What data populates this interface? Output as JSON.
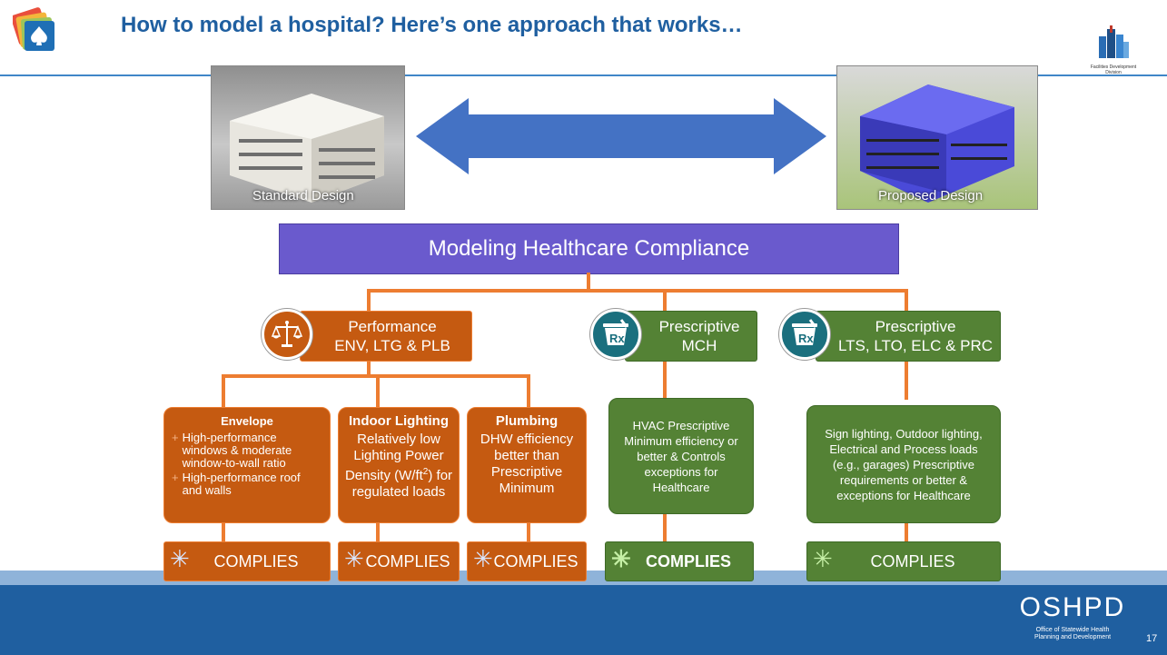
{
  "title": "How to model a hospital? Here’s one approach that works…",
  "images": {
    "standard_label": "Standard Design",
    "proposed_label": "Proposed Design"
  },
  "logo_right_text": "Facilities Development Division",
  "modeling_box": "Modeling Healthcare Compliance",
  "categories": {
    "performance": {
      "line1": "Performance",
      "line2": "ENV, LTG & PLB"
    },
    "mch": {
      "line1": "Prescriptive",
      "line2": "MCH"
    },
    "lts": {
      "line1": "Prescriptive",
      "line2": "LTS, LTO, ELC & PRC"
    }
  },
  "details": {
    "envelope": {
      "heading": "Envelope",
      "bullets": [
        "High-performance windows & moderate window-to-wall ratio",
        "High-performance roof and walls"
      ]
    },
    "lighting": {
      "heading": "Indoor Lighting",
      "text_pre": "Relatively low Lighting Power Density (W/ft",
      "sup": "2",
      "text_post": ") for regulated loads"
    },
    "plumbing": {
      "heading": "Plumbing",
      "text": "DHW efficiency better than Prescriptive Minimum"
    },
    "hvac": {
      "text": "HVAC Prescriptive Minimum efficiency or better & Controls exceptions for Healthcare"
    },
    "sign": {
      "text": "Sign lighting, Outdoor lighting, Electrical and Process loads (e.g., garages) Prescriptive requirements or better & exceptions for Healthcare"
    }
  },
  "complies_label": "COMPLIES",
  "footer": {
    "org_logo": "OSHPD",
    "org_name_1": "Office of Statewide Health",
    "org_name_2": "Planning and Development",
    "page_number": "17"
  },
  "colors": {
    "orange": "#c55a11",
    "green": "#548235",
    "purple": "#6a5acd",
    "blue": "#1f5fa0",
    "arrow": "#4472c4"
  }
}
